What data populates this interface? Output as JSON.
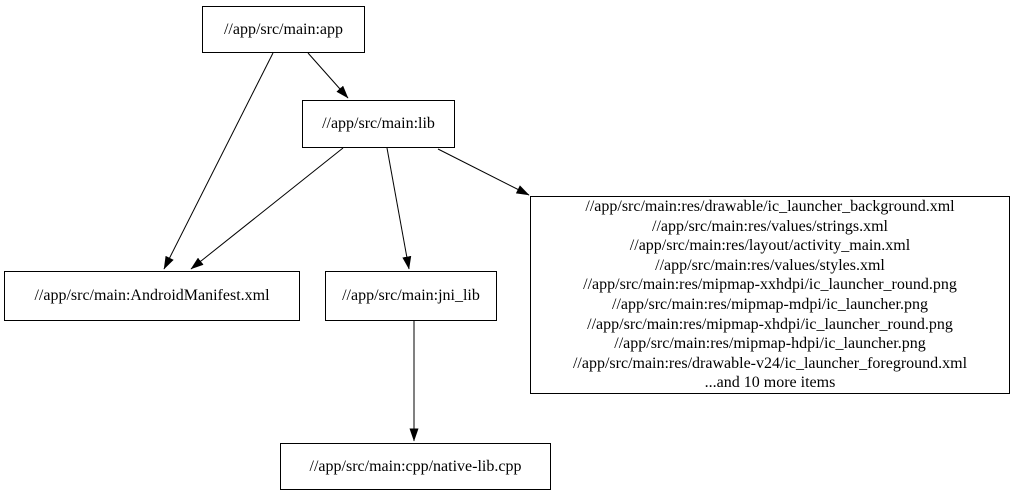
{
  "diagram": {
    "type": "dependency-graph",
    "nodes": {
      "app": {
        "label": "//app/src/main:app"
      },
      "lib": {
        "label": "//app/src/main:lib"
      },
      "android_manifest": {
        "label": "//app/src/main:AndroidManifest.xml"
      },
      "jni_lib": {
        "label": "//app/src/main:jni_lib"
      },
      "native_lib": {
        "label": "//app/src/main:cpp/native-lib.cpp"
      },
      "resources": {
        "lines": [
          "//app/src/main:res/drawable/ic_launcher_background.xml",
          "//app/src/main:res/values/strings.xml",
          "//app/src/main:res/layout/activity_main.xml",
          "//app/src/main:res/values/styles.xml",
          "//app/src/main:res/mipmap-xxhdpi/ic_launcher_round.png",
          "//app/src/main:res/mipmap-mdpi/ic_launcher.png",
          "//app/src/main:res/mipmap-xhdpi/ic_launcher_round.png",
          "//app/src/main:res/mipmap-hdpi/ic_launcher.png",
          "//app/src/main:res/drawable-v24/ic_launcher_foreground.xml",
          "...and 10 more items"
        ]
      }
    },
    "edges": [
      {
        "from": "//app/src/main:app",
        "to": "//app/src/main:AndroidManifest.xml"
      },
      {
        "from": "//app/src/main:app",
        "to": "//app/src/main:lib"
      },
      {
        "from": "//app/src/main:lib",
        "to": "//app/src/main:AndroidManifest.xml"
      },
      {
        "from": "//app/src/main:lib",
        "to": "//app/src/main:jni_lib"
      },
      {
        "from": "//app/src/main:lib",
        "to": "resources-group"
      },
      {
        "from": "//app/src/main:jni_lib",
        "to": "//app/src/main:cpp/native-lib.cpp"
      }
    ],
    "colors": {
      "background": "#ffffff",
      "node_border": "#000000",
      "text": "#000000",
      "edge": "#000000"
    }
  }
}
